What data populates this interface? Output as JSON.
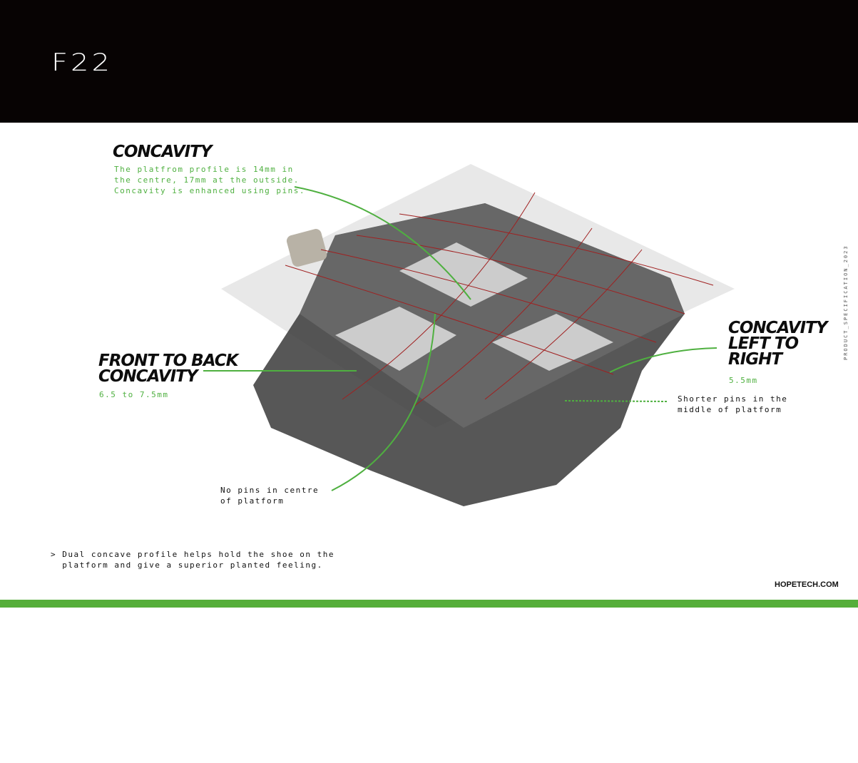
{
  "header": {
    "logo": "F22"
  },
  "callouts": {
    "concavity": {
      "title": "CONCAVITY",
      "text": "The platfrom profile is 14mm in\nthe centre, 17mm at the outside.\nConcavity is enhanced using pins."
    },
    "front_back": {
      "title": "FRONT TO BACK\nCONCAVITY",
      "value": "6.5 to 7.5mm"
    },
    "left_right": {
      "title": "CONCAVITY\nLEFT TO\nRIGHT",
      "value": "5.5mm"
    },
    "shorter_pins": "Shorter pins in the\nmiddle of platform",
    "no_pins": "No pins in centre\nof platform"
  },
  "footer_note": "> Dual concave profile helps hold the shoe on the\n  platform and give a superior planted feeling.",
  "side_label": "PRODUCT_SPECIFICATION_2023",
  "website": "HOPETECH.COM",
  "colors": {
    "header": "#070303",
    "accent": "#55ae3a",
    "grid": "#a02020"
  }
}
